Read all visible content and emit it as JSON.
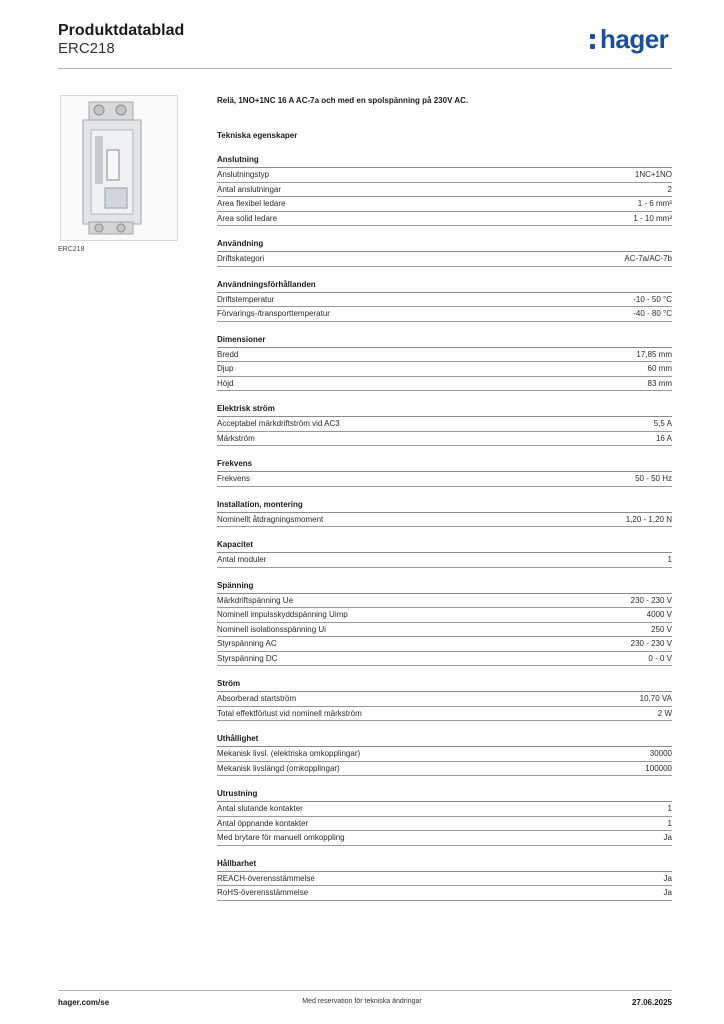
{
  "header": {
    "title": "Produktdatablad",
    "subtitle": "ERC218",
    "logo_text": "hager"
  },
  "product": {
    "caption": "ERC218",
    "description": "Relä,  1NO+1NC 16 A AC-7a och med en spolspänning på 230V AC."
  },
  "section_title": "Tekniska egenskaper",
  "groups": [
    {
      "title": "Anslutning",
      "rows": [
        {
          "label": "Anslutningstyp",
          "value": "1NC+1NO"
        },
        {
          "label": "Antal anslutningar",
          "value": "2"
        },
        {
          "label": "Area flexibel ledare",
          "value": "1 - 6 mm²"
        },
        {
          "label": "Area solid ledare",
          "value": "1 - 10 mm²"
        }
      ]
    },
    {
      "title": "Användning",
      "rows": [
        {
          "label": "Driftskategori",
          "value": "AC-7a/AC-7b"
        }
      ]
    },
    {
      "title": "Användningsförhållanden",
      "rows": [
        {
          "label": "Driftstemperatur",
          "value": "-10 - 50 °C"
        },
        {
          "label": "Förvarings-/transporttemperatur",
          "value": "-40 - 80 °C"
        }
      ]
    },
    {
      "title": "Dimensioner",
      "rows": [
        {
          "label": "Bredd",
          "value": "17,85 mm"
        },
        {
          "label": "Djup",
          "value": "60 mm"
        },
        {
          "label": "Höjd",
          "value": "83 mm"
        }
      ]
    },
    {
      "title": "Elektrisk ström",
      "rows": [
        {
          "label": "Acceptabel märkdriftström vid AC3",
          "value": "5,5 A"
        },
        {
          "label": "Märkström",
          "value": "16 A"
        }
      ]
    },
    {
      "title": "Frekvens",
      "rows": [
        {
          "label": "Frekvens",
          "value": "50 - 50 Hz"
        }
      ]
    },
    {
      "title": "Installation, montering",
      "rows": [
        {
          "label": "Nominellt åtdragningsmoment",
          "value": "1,20 - 1,20 N"
        }
      ]
    },
    {
      "title": "Kapacitet",
      "rows": [
        {
          "label": "Antal moduler",
          "value": "1"
        }
      ]
    },
    {
      "title": "Spänning",
      "rows": [
        {
          "label": "Märkdriftspänning Ue",
          "value": "230 - 230 V"
        },
        {
          "label": "Nominell impulsskyddspänning Uimp",
          "value": "4000 V"
        },
        {
          "label": "Nominell isolationsspänning Ui",
          "value": "250 V"
        },
        {
          "label": "Styrspänning AC",
          "value": "230 - 230 V"
        },
        {
          "label": "Styrspänning DC",
          "value": "0 - 0 V"
        }
      ]
    },
    {
      "title": "Ström",
      "rows": [
        {
          "label": "Absorberad startström",
          "value": "10,70 VA"
        },
        {
          "label": "Total effektförlust vid nominell märkström",
          "value": "2 W"
        }
      ]
    },
    {
      "title": "Uthållighet",
      "rows": [
        {
          "label": "Mekanisk livsl. (elektriska omkopplingar)",
          "value": "30000"
        },
        {
          "label": "Mekanisk livslängd (omkopplingar)",
          "value": "100000"
        }
      ]
    },
    {
      "title": "Utrustning",
      "rows": [
        {
          "label": "Antal slutande kontakter",
          "value": "1"
        },
        {
          "label": "Antal öppnande kontakter",
          "value": "1"
        },
        {
          "label": "Med brytare för manuell omkoppling",
          "value": "Ja"
        }
      ]
    },
    {
      "title": "Hållbarhet",
      "rows": [
        {
          "label": "REACH-överensstämmelse",
          "value": "Ja"
        },
        {
          "label": "RoHS-överensstämmelse",
          "value": "Ja"
        }
      ]
    }
  ],
  "footer": {
    "left": "hager.com/se",
    "middle": "Med reservation för tekniska ändringar",
    "right": "27.06.2025"
  },
  "colors": {
    "brand": "#1a4fa0"
  }
}
